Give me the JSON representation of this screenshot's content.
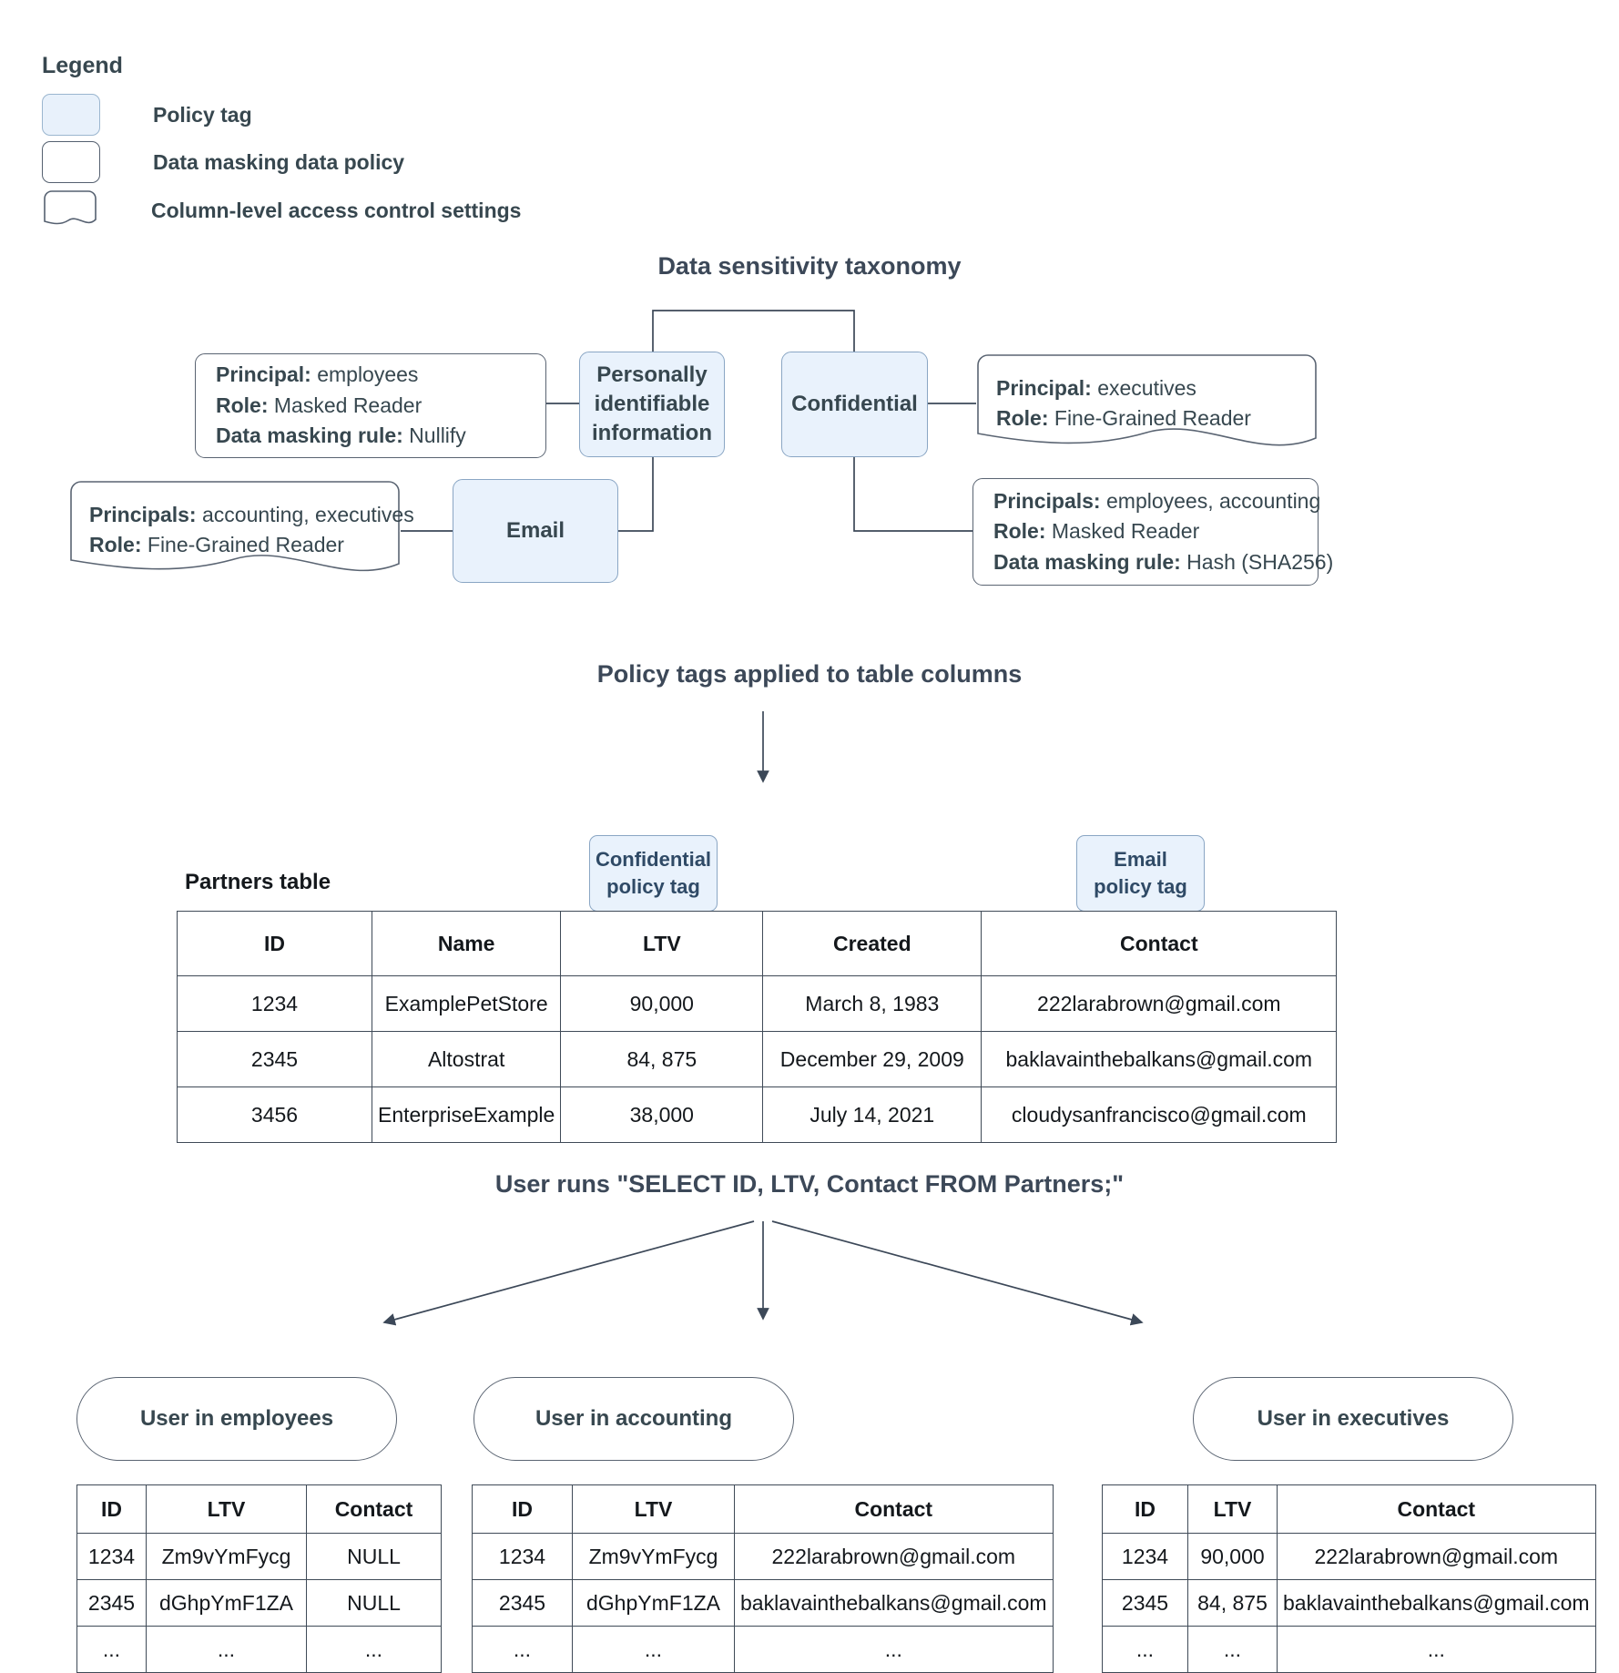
{
  "legend": {
    "title": "Legend",
    "items": [
      {
        "label": "Policy tag",
        "style": "policy-tag"
      },
      {
        "label": "Data masking data policy",
        "style": "data-masking"
      },
      {
        "label": "Column-level access control settings",
        "style": "column-level"
      }
    ]
  },
  "sections": {
    "taxonomy_title": "Data sensitivity taxonomy",
    "applied_title": "Policy tags applied to table columns",
    "query_title": "User runs \"SELECT ID, LTV, Contact FROM Partners;\""
  },
  "taxonomy": {
    "nodes": {
      "pii": "Personally identifiable information",
      "confidential": "Confidential",
      "email": "Email"
    },
    "policies": {
      "pii_masking": {
        "lines": [
          {
            "key": "Principal:",
            "value": " employees"
          },
          {
            "key": "Role:",
            "value": " Masked Reader"
          },
          {
            "key": "Data masking rule:",
            "value": " Nullify"
          }
        ]
      },
      "email_access": {
        "lines": [
          {
            "key": "Principals:",
            "value": " accounting, executives"
          },
          {
            "key": "Role:",
            "value": " Fine-Grained Reader"
          }
        ]
      },
      "confidential_access": {
        "lines": [
          {
            "key": "Principal:",
            "value": " executives"
          },
          {
            "key": "Role:",
            "value": " Fine-Grained Reader"
          }
        ]
      },
      "confidential_masking": {
        "lines": [
          {
            "key": "Principals:",
            "value": " employees, accounting"
          },
          {
            "key": "Role:",
            "value": " Masked Reader"
          },
          {
            "key": "Data masking rule:",
            "value": " Hash (SHA256)"
          }
        ]
      }
    }
  },
  "partners": {
    "label": "Partners table",
    "tags": {
      "confidential": "Confidential\npolicy tag",
      "confidential_l1": "Confidential",
      "confidential_l2": "policy tag",
      "email_l1": "Email",
      "email_l2": "policy tag"
    },
    "columns": [
      "ID",
      "Name",
      "LTV",
      "Created",
      "Contact"
    ],
    "rows": [
      [
        "1234",
        "ExamplePetStore",
        "90,000",
        "March 8, 1983",
        "222larabrown@gmail.com"
      ],
      [
        "2345",
        "Altostrat",
        "84, 875",
        "December 29, 2009",
        "baklavainthebalkans@gmail.com"
      ],
      [
        "3456",
        "EnterpriseExample",
        "38,000",
        "July 14, 2021",
        "cloudysanfrancisco@gmail.com"
      ]
    ]
  },
  "results": [
    {
      "persona": "User in employees",
      "columns": [
        "ID",
        "LTV",
        "Contact"
      ],
      "rows": [
        [
          "1234",
          "Zm9vYmFycg",
          "NULL"
        ],
        [
          "2345",
          "dGhpYmF1ZA",
          "NULL"
        ],
        [
          "...",
          "...",
          "..."
        ]
      ]
    },
    {
      "persona": "User in accounting",
      "columns": [
        "ID",
        "LTV",
        "Contact"
      ],
      "rows": [
        [
          "1234",
          "Zm9vYmFycg",
          "222larabrown@gmail.com"
        ],
        [
          "2345",
          "dGhpYmF1ZA",
          "baklavainthebalkans@gmail.com"
        ],
        [
          "...",
          "...",
          "..."
        ]
      ]
    },
    {
      "persona": "User in executives",
      "columns": [
        "ID",
        "LTV",
        "Contact"
      ],
      "rows": [
        [
          "1234",
          "90,000",
          "222larabrown@gmail.com"
        ],
        [
          "2345",
          "84, 875",
          "baklavainthebalkans@gmail.com"
        ],
        [
          "...",
          "...",
          "..."
        ]
      ]
    }
  ],
  "colors": {
    "policy_tag_fill": "#e9f2fc",
    "policy_tag_border": "#8aa6c4",
    "box_border": "#5a6472",
    "text": "#37474f",
    "table_border": "#3f4a57"
  }
}
